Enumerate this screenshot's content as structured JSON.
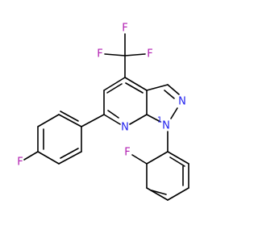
{
  "molecule": {
    "colors": {
      "bond": "#000000",
      "fluorine": "#b01cb0",
      "nitrogen": "#2222ee",
      "background": "#ffffff"
    },
    "atom_labels": {
      "f_cf3_top": "F",
      "f_cf3_left": "F",
      "f_cf3_right": "F",
      "f_left_phenyl": "F",
      "f_ortho_phenyl": "F",
      "n_pyrazole": "N",
      "n_pyridine": "N",
      "n_pyrazole_sub": "N",
      "n_locant": "1"
    }
  }
}
